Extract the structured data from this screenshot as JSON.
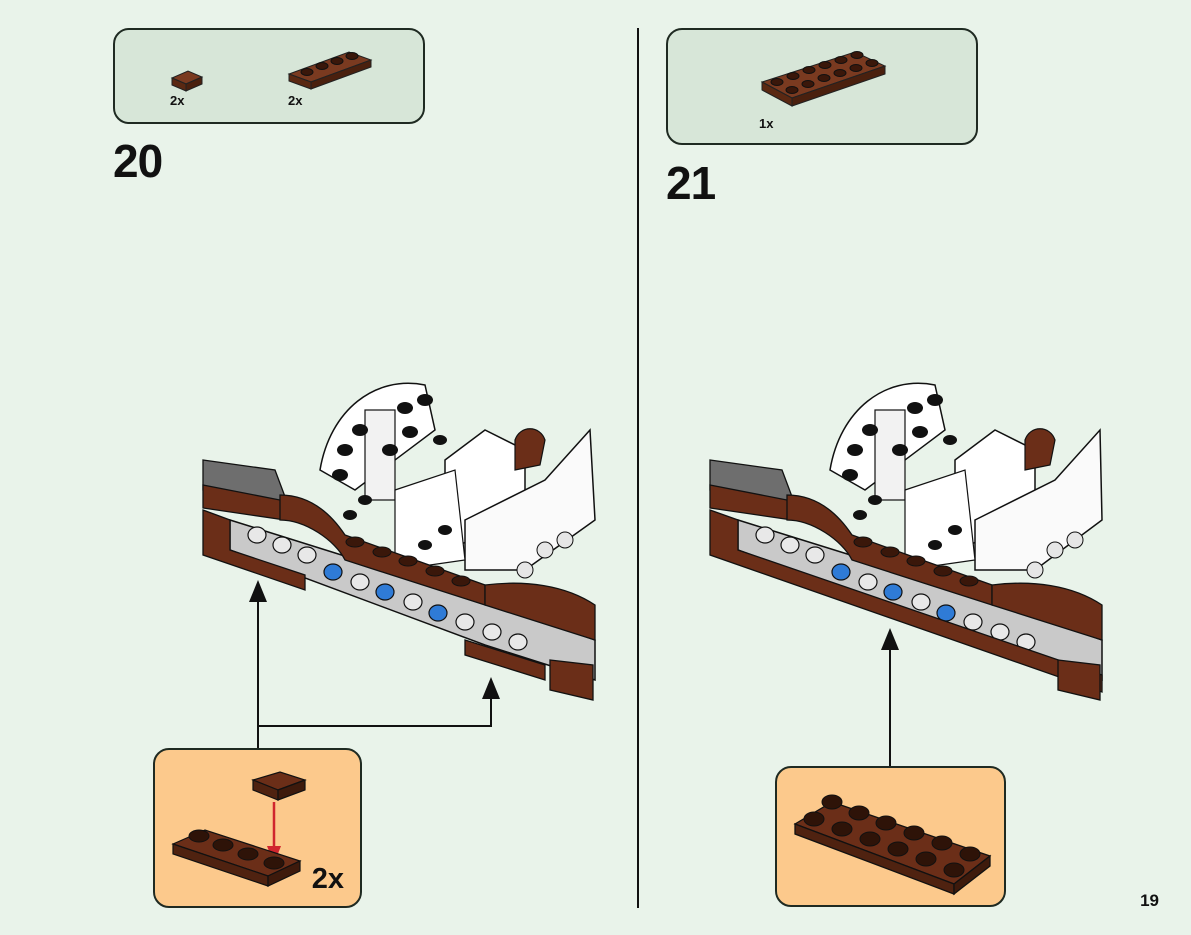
{
  "page": {
    "number": "19",
    "colors": {
      "background": "#e9f3ea",
      "parts_panel": "#d7e6d8",
      "callout_panel": "#fcc98c",
      "brick_brown": "#6b2e18",
      "technic_gray": "#c9c9c9",
      "pin_blue": "#2f7bd6",
      "arrow_red": "#d0262e"
    }
  },
  "steps": [
    {
      "number": "20",
      "parts": [
        {
          "name": "tile-1x1-reddish-brown",
          "quantity": "2x"
        },
        {
          "name": "plate-1x4-reddish-brown",
          "quantity": "2x"
        }
      ],
      "callout": {
        "quantity": "2x",
        "contents": "1x1 tile onto 1x4 plate"
      }
    },
    {
      "number": "21",
      "parts": [
        {
          "name": "plate-2x6-reddish-brown",
          "quantity": "1x"
        }
      ],
      "callout": {
        "contents": "2x6 plate"
      }
    }
  ]
}
